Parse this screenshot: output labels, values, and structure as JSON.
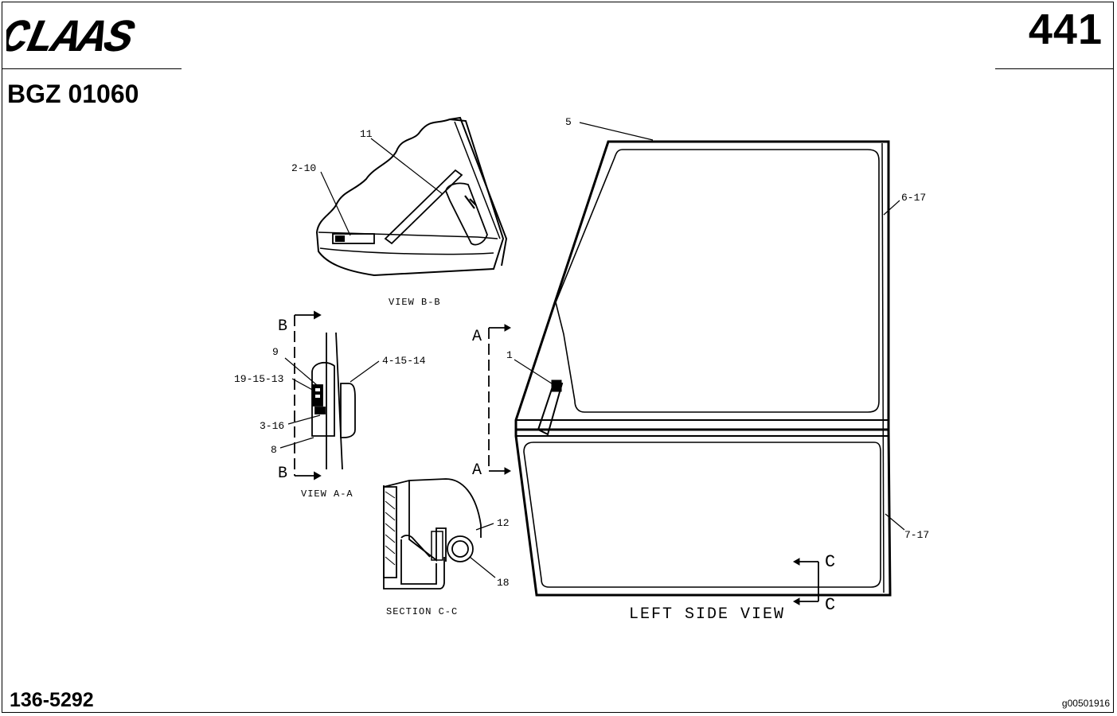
{
  "header": {
    "brand": "CLAAS",
    "page_number": "441",
    "group_code": "BGZ 01060"
  },
  "footer": {
    "reference_number": "136-5292",
    "image_id": "g00501916"
  },
  "views": {
    "view_bb": "VIEW B-B",
    "view_aa": "VIEW A-A",
    "section_cc": "SECTION C-C",
    "left_side_view": "LEFT SIDE VIEW"
  },
  "cut_markers": {
    "a_top": "A",
    "a_bottom": "A",
    "b_top": "B",
    "b_bottom": "B",
    "c_top": "C",
    "c_bottom": "C"
  },
  "callouts": {
    "c1": "1",
    "c2_10": "2-10",
    "c3_16": "3-16",
    "c4_15_14": "4-15-14",
    "c5": "5",
    "c6_17": "6-17",
    "c7_17": "7-17",
    "c8": "8",
    "c9": "9",
    "c11": "11",
    "c12": "12",
    "c18": "18",
    "c19_15_13": "19-15-13"
  }
}
